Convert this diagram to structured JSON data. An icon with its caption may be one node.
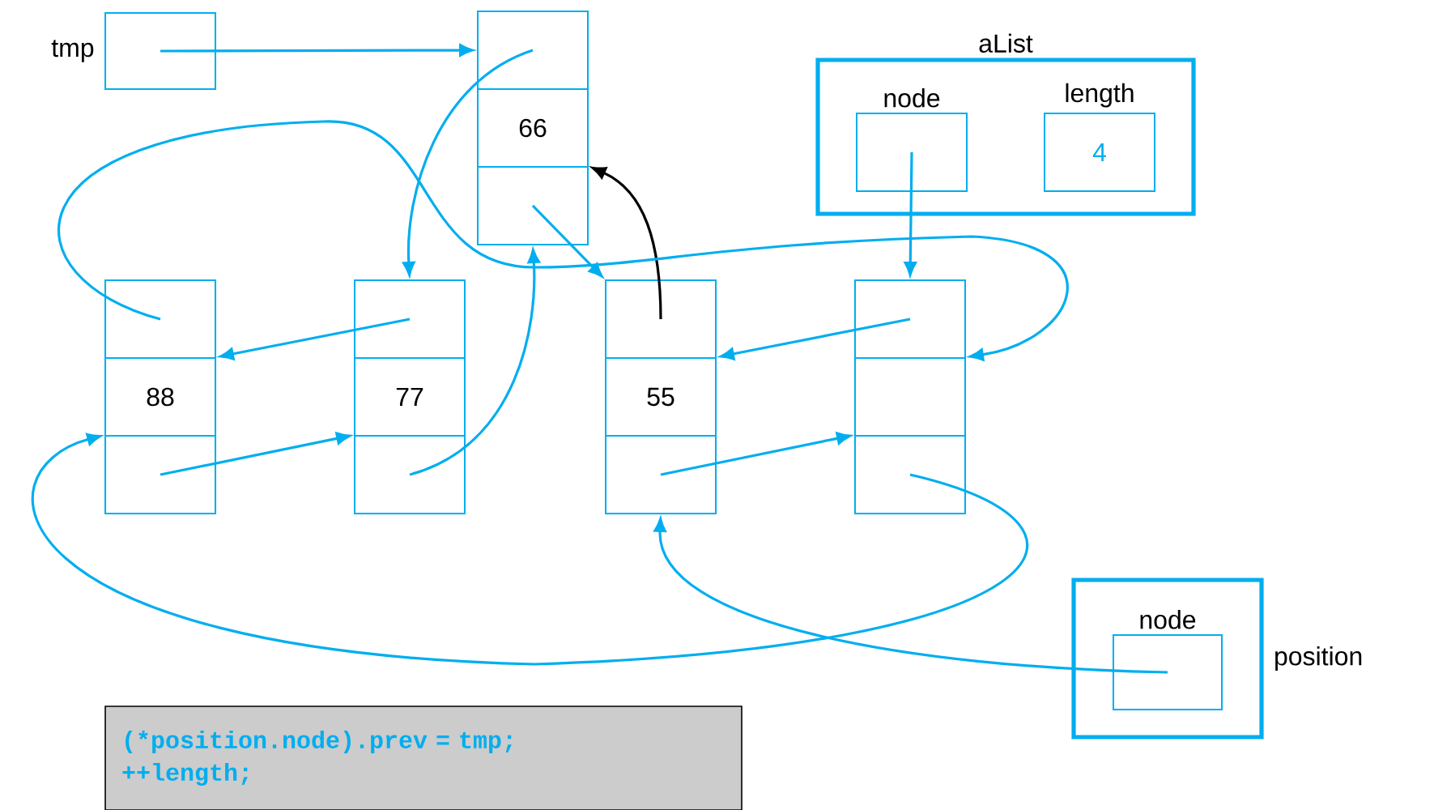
{
  "diagram": {
    "nodes": [
      {
        "text": [],
        "shape": "box",
        "beside": [
          "tmp"
        ]
      },
      {
        "text": [],
        "shape": "box"
      },
      {
        "text": [],
        "shape": "box",
        "in": 1
      },
      {
        "text": [
          "66"
        ],
        "in": 1
      },
      {
        "text": [],
        "shape": "box",
        "in": 1
      },
      {
        "text": [
          "aList"
        ]
      },
      {
        "text": [
          "node"
        ],
        "in": 5
      },
      {
        "text": [
          "length",
          "4"
        ],
        "in": 5
      },
      {
        "text": [],
        "shape": "box"
      },
      {
        "text": [],
        "shape": "box",
        "in": 8
      },
      {
        "text": [
          "88"
        ],
        "in": 8
      },
      {
        "text": [],
        "shape": "box",
        "in": 8
      },
      {
        "text": [],
        "shape": "box"
      },
      {
        "text": [],
        "shape": "box",
        "in": 12
      },
      {
        "text": [
          "77"
        ],
        "in": 12
      },
      {
        "text": [],
        "shape": "box",
        "in": 12
      },
      {
        "text": [],
        "shape": "box"
      },
      {
        "text": [],
        "shape": "box",
        "in": 16
      },
      {
        "text": [
          "55"
        ],
        "in": 16
      },
      {
        "text": [],
        "shape": "box",
        "in": 16
      },
      {
        "text": [],
        "shape": "box"
      },
      {
        "text": [],
        "shape": "box",
        "in": 20
      },
      {
        "text": [],
        "shape": "box",
        "in": 20
      },
      {
        "text": [],
        "shape": "box",
        "in": 20
      },
      {
        "text": [],
        "shape": "box",
        "beside": [
          "position"
        ]
      },
      {
        "text": [
          "node"
        ],
        "in": 24
      },
      {
        "text": [
          "(*position.node).prev = tmp;",
          "++length;"
        ]
      }
    ],
    "edges": [
      {
        "from": 0,
        "to": 1,
        "arrow": "to"
      },
      {
        "from": 2,
        "to": 12,
        "arrow": "to"
      },
      {
        "from": 4,
        "to": 16,
        "arrow": "to"
      },
      {
        "from": 17,
        "to": 1,
        "arrow": "to",
        "color": "#000000"
      },
      {
        "from": 15,
        "to": 1,
        "arrow": "to"
      },
      {
        "from": 13,
        "to": 8,
        "arrow": "to"
      },
      {
        "from": 11,
        "to": 12,
        "arrow": "to"
      },
      {
        "from": 9,
        "to": 20,
        "arrow": "to"
      },
      {
        "from": 19,
        "to": 20,
        "arrow": "to"
      },
      {
        "from": 21,
        "to": 16,
        "arrow": "to"
      },
      {
        "from": 6,
        "to": 20,
        "arrow": "to"
      },
      {
        "from": 23,
        "to": 8,
        "arrow": "to"
      },
      {
        "from": 25,
        "to": 16,
        "arrow": "to"
      }
    ]
  }
}
